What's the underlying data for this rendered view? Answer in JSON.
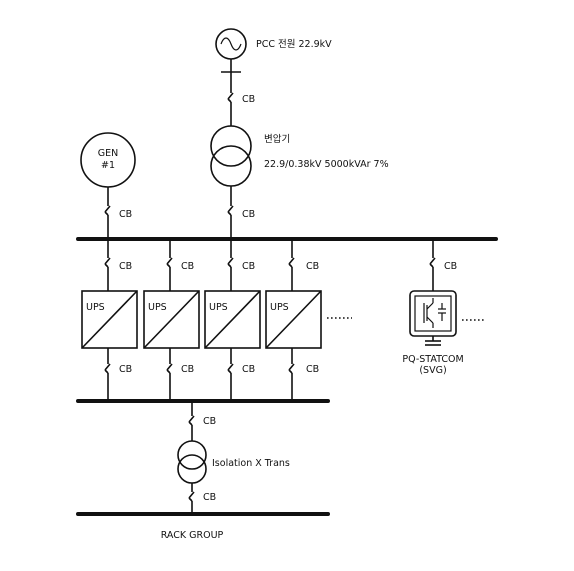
{
  "source": {
    "label": "PCC 전원 22.9kV",
    "icon": "ac-source-icon"
  },
  "main_transformer": {
    "name": "변압기",
    "rating": "22.9/0.38kV 5000kVAr 7%"
  },
  "generator": {
    "line1": "GEN",
    "line2": "#1"
  },
  "breaker_label": "CB",
  "ups_label": "UPS",
  "statcom": {
    "line1": "PQ-STATCOM",
    "line2": "(SVG)",
    "icon": "igbt-inverter-icon"
  },
  "isolation_transformer": {
    "label": "Isolation X Trans"
  },
  "rack_bus_label": "RACK GROUP"
}
